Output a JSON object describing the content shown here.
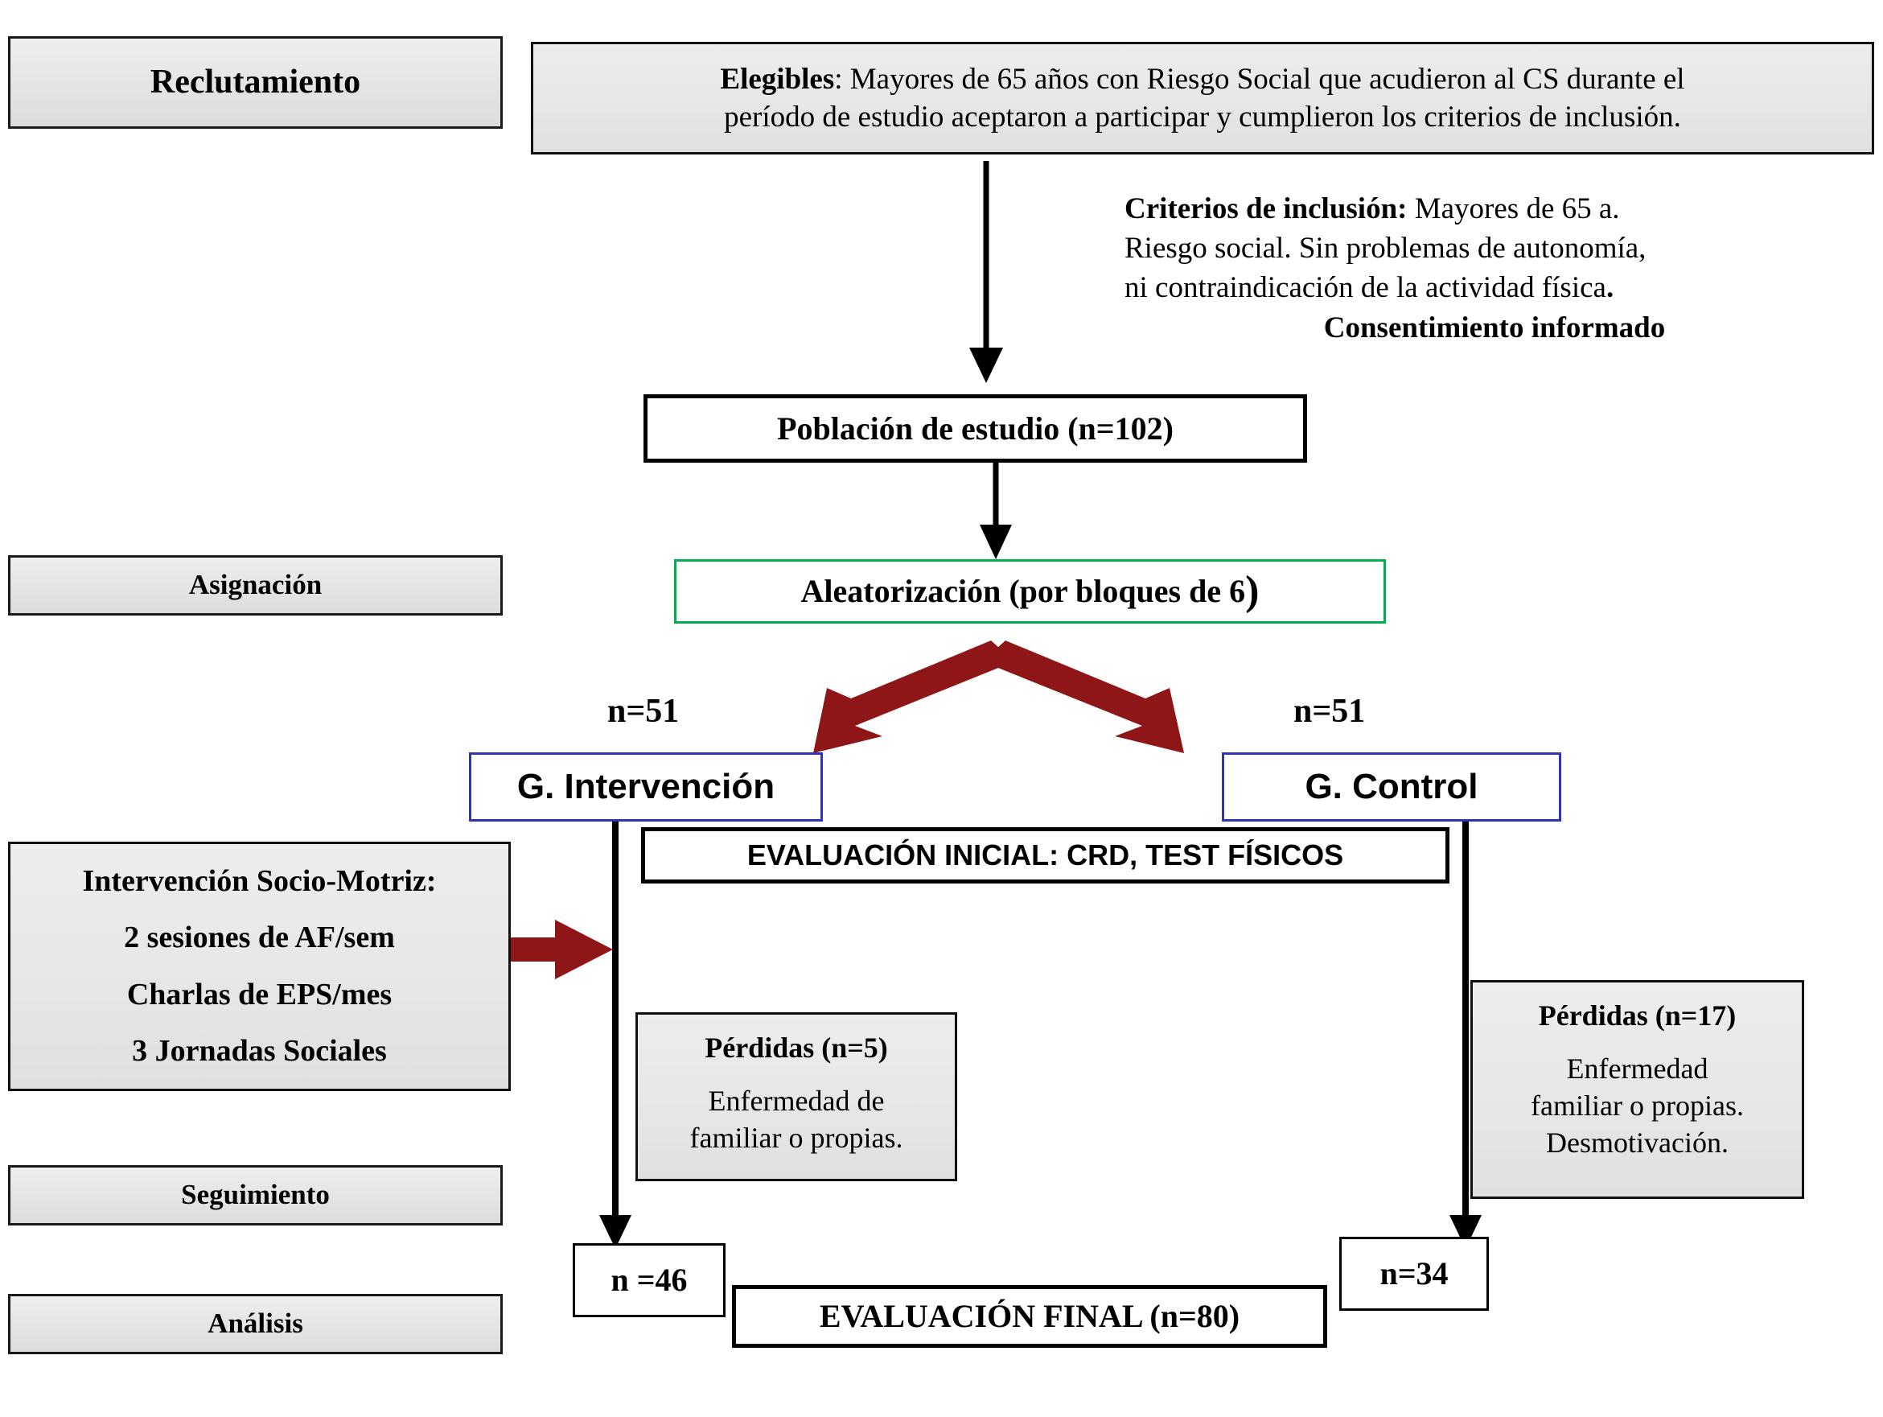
{
  "colors": {
    "arrow_red": "#8e1616",
    "randomization_border": "#00b050",
    "group_border": "#3232b4",
    "box_fill_grey": "#e8e8e8",
    "line_black": "#000000"
  },
  "stages": [
    {
      "id": "reclutamiento",
      "label": "Reclutamiento"
    },
    {
      "id": "asignacion",
      "label": "Asignación"
    },
    {
      "id": "seguimiento",
      "label": "Seguimiento"
    },
    {
      "id": "analisis",
      "label": "Análisis"
    }
  ],
  "eligible": {
    "label_bold": "Elegibles",
    "line1_rest": ": Mayores de 65 años con Riesgo Social que acudieron al CS durante el",
    "line2": "período de estudio aceptaron a participar y cumplieron los criterios de inclusión."
  },
  "inclusion": {
    "heading": "Criterios de inclusión:",
    "line1_rest": "  Mayores de 65 a.",
    "line2": "Riesgo social. Sin problemas de autonomía,",
    "line3": "ni contraindicación de la actividad física",
    "line3_end": ".",
    "consent": "Consentimiento informado"
  },
  "population": {
    "label": "Población de estudio (n=102)"
  },
  "randomization": {
    "label_main": "Aleatorización (por bloques de 6",
    "label_tail": ")"
  },
  "allocation": {
    "left_n": "n=51",
    "right_n": "n=51",
    "left_group": "G. Intervención",
    "right_group": "G. Control"
  },
  "initial_eval": {
    "label": "EVALUACIÓN INICIAL: CRD, TEST FÍSICOS"
  },
  "intervention": {
    "title": "Intervención Socio-Motriz:",
    "items": [
      "2 sesiones de AF/sem",
      "Charlas de EPS/mes",
      "3 Jornadas Sociales"
    ]
  },
  "losses_left": {
    "title": "Pérdidas (n=5)",
    "lines": [
      "Enfermedad de",
      "familiar o propias."
    ]
  },
  "losses_right": {
    "title": "Pérdidas (n=17)",
    "lines": [
      "Enfermedad",
      "familiar o propias.",
      "Desmotivación."
    ]
  },
  "final_counts": {
    "left": "n =46",
    "right": "n=34"
  },
  "final_eval": {
    "label": "EVALUACIÓN FINAL (n=80)"
  }
}
